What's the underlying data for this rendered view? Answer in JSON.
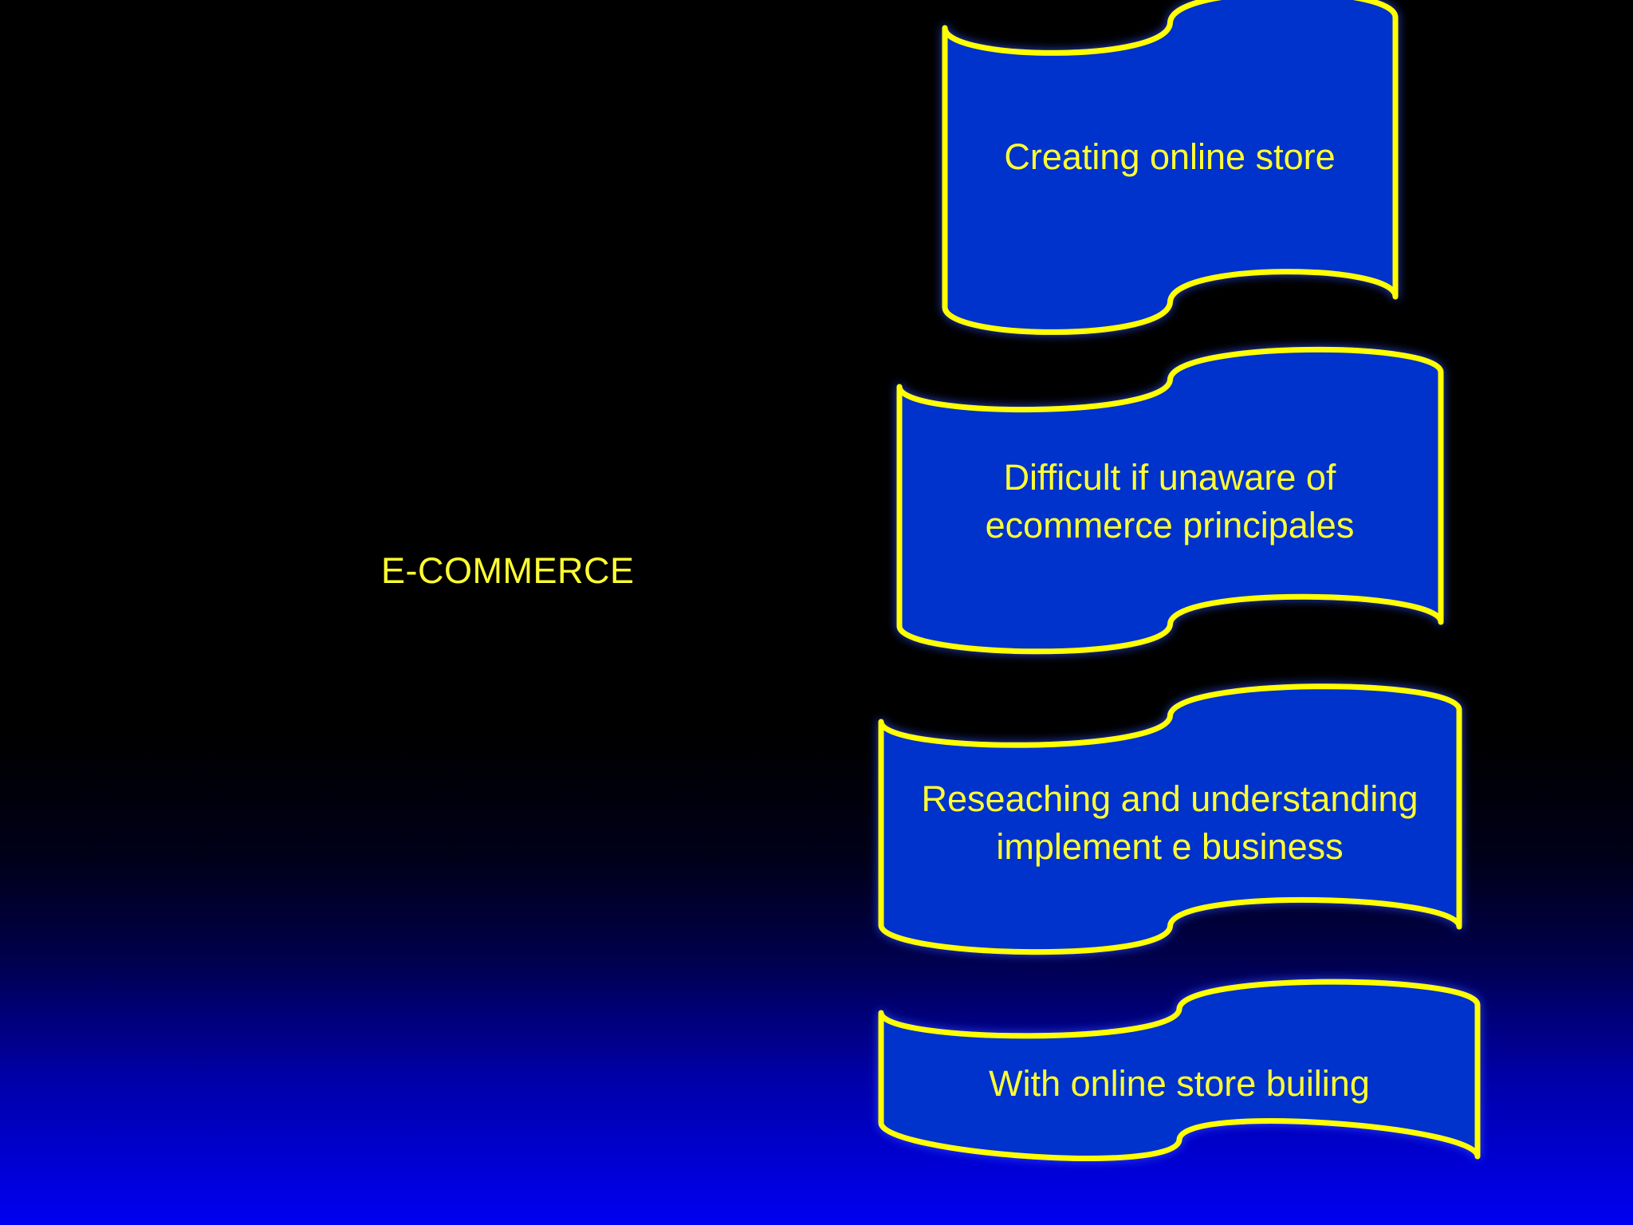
{
  "title": "E-COMMERCE",
  "colors": {
    "banner_fill": "#0033cc",
    "banner_stroke": "#ffff00",
    "text": "#ffff33"
  },
  "banners": [
    {
      "lines": [
        "Creating online store"
      ]
    },
    {
      "lines": [
        "Difficult if unaware of",
        "ecommerce principales"
      ]
    },
    {
      "lines": [
        "Reseaching and understanding",
        "implement e business"
      ]
    },
    {
      "lines": [
        "With online store builing"
      ]
    }
  ]
}
